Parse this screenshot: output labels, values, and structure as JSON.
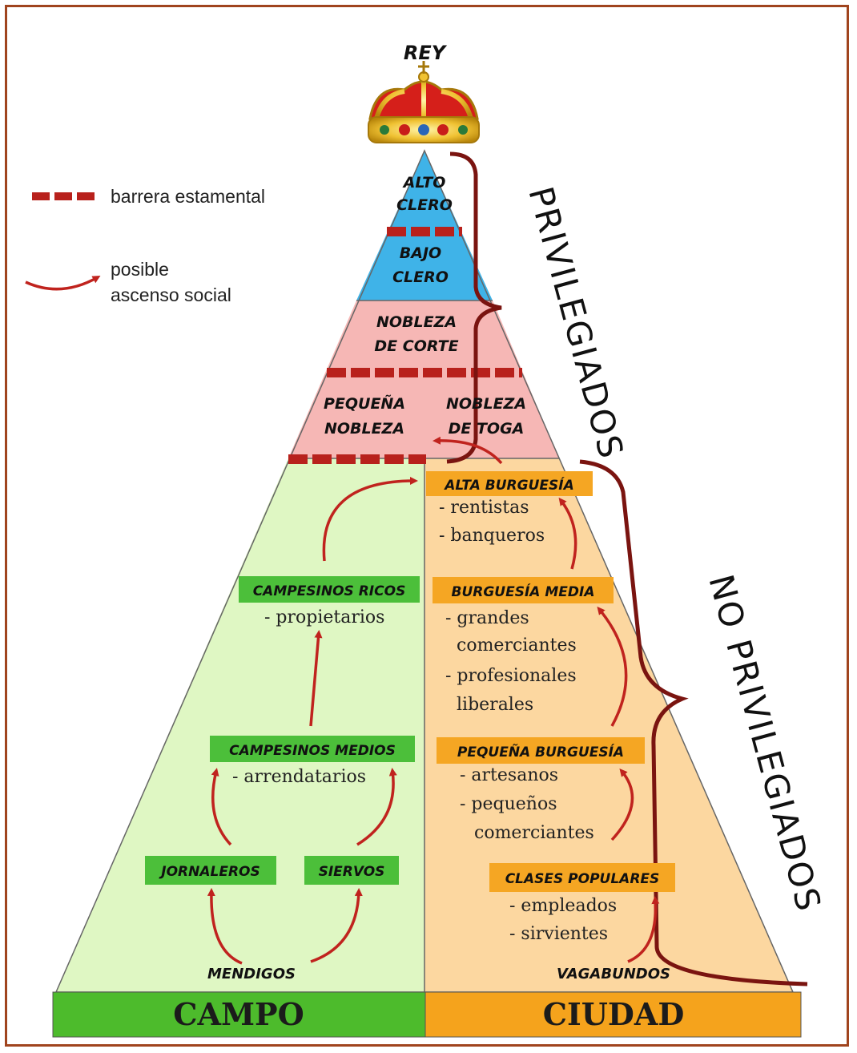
{
  "legend": {
    "barrier_label": "barrera estamental",
    "ascent_label_line1": "posible",
    "ascent_label_line2": "ascenso social"
  },
  "king": {
    "label": "REY"
  },
  "privileged": {
    "bracket_label": "PRIVILEGIADOS",
    "alto_clero": [
      "ALTO",
      "CLERO"
    ],
    "bajo_clero": [
      "BAJO",
      "CLERO"
    ],
    "nobleza_corte": [
      "NOBLEZA",
      "DE CORTE"
    ],
    "pequena_nobleza": [
      "PEQUEÑA",
      "NOBLEZA"
    ],
    "nobleza_toga": [
      "NOBLEZA",
      "DE TOGA"
    ]
  },
  "non_privileged": {
    "bracket_label": "NO PRIVILEGIADOS",
    "campo": {
      "campesinos_ricos": {
        "title": "CAMPESINOS RICOS",
        "items": [
          "- propietarios"
        ]
      },
      "campesinos_medios": {
        "title": "CAMPESINOS MEDIOS",
        "items": [
          "- arrendatarios"
        ]
      },
      "jornaleros": "JORNALEROS",
      "siervos": "SIERVOS",
      "mendigos": "MENDIGOS"
    },
    "ciudad": {
      "alta_burguesia": {
        "title": "ALTA BURGUESÍA",
        "items": [
          "- rentistas",
          "- banqueros"
        ]
      },
      "burguesia_media": {
        "title": "BURGUESÍA MEDIA",
        "items": [
          "- grandes",
          "comerciantes",
          "- profesionales",
          "liberales"
        ]
      },
      "pequena_burguesia": {
        "title": "PEQUEÑA BURGUESÍA",
        "items": [
          "- artesanos",
          "- pequeños",
          "comerciantes"
        ]
      },
      "clases_populares": {
        "title": "CLASES POPULARES",
        "items": [
          "- empleados",
          "- sirvientes"
        ]
      },
      "vagabundos": "VAGABUNDOS"
    }
  },
  "base": {
    "campo": "CAMPO",
    "ciudad": "CIUDAD"
  },
  "colors": {
    "clero": "#3fb3e8",
    "nobleza": "#f6b7b5",
    "campo": "#dff7c3",
    "ciudad": "#fcd7a0",
    "campo_box": "#4cbf3a",
    "ciudad_box": "#f5a623",
    "campo_base": "#4dbb2c",
    "ciudad_base": "#f5a31c",
    "barrier": "#b8211c",
    "arrow": "#c0231e",
    "bracket": "#7a1410"
  }
}
